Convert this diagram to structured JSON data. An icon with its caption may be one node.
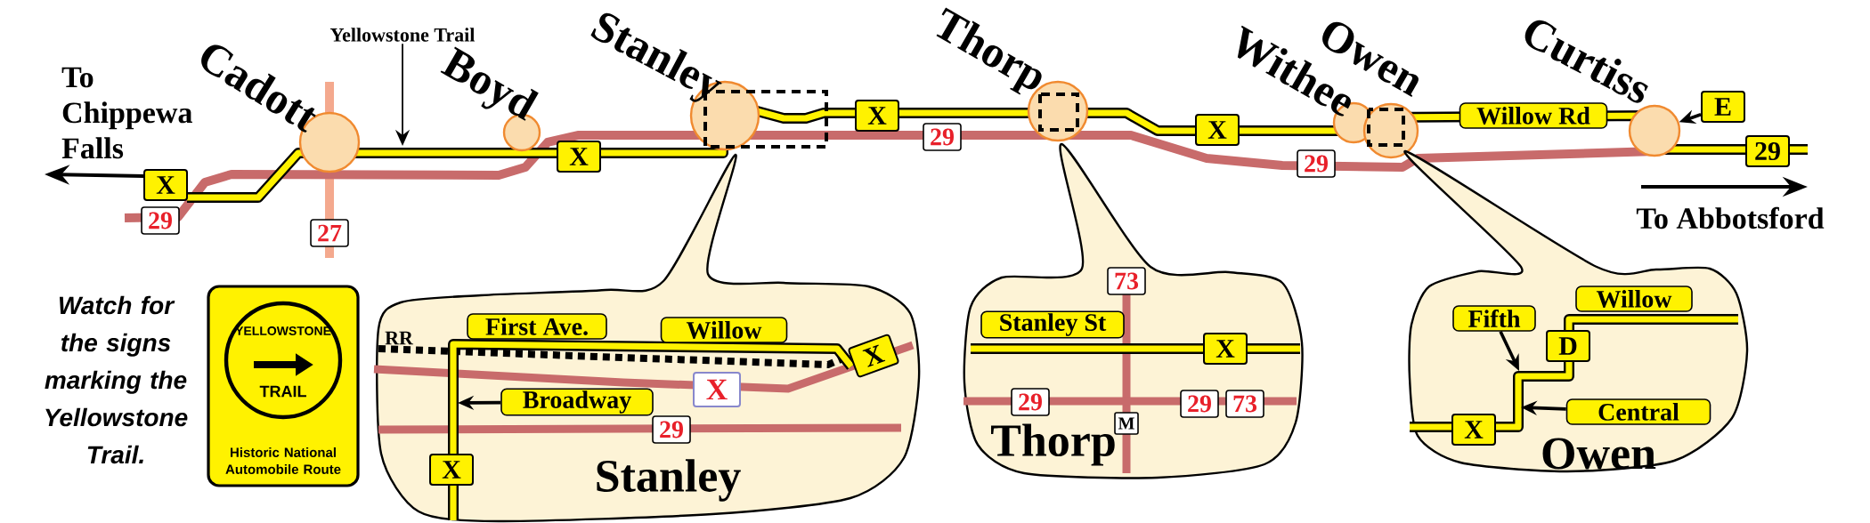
{
  "diagram": {
    "nodes": [
      {
        "text": [
          "Cadott"
        ]
      },
      {
        "text": [
          "Boyd"
        ]
      },
      {
        "text": [
          "Stanley"
        ]
      },
      {
        "text": [
          "Thorp"
        ]
      },
      {
        "text": [
          "Withee"
        ]
      },
      {
        "text": [
          "Owen"
        ]
      },
      {
        "text": [
          "Curtiss"
        ]
      },
      {
        "text": [
          "X"
        ]
      },
      {
        "text": [
          "29"
        ]
      },
      {
        "text": [
          "27"
        ]
      },
      {
        "text": [
          "X"
        ]
      },
      {
        "text": [
          "X"
        ]
      },
      {
        "text": [
          "29"
        ]
      },
      {
        "text": [
          "X"
        ]
      },
      {
        "text": [
          "29"
        ]
      },
      {
        "text": [
          "Willow Rd"
        ]
      },
      {
        "text": [
          "E"
        ]
      },
      {
        "text": [
          "29"
        ]
      },
      {
        "text": [
          "Yellowstone Trail"
        ]
      },
      {
        "text": [
          "YELLOWSTONE",
          "TRAIL",
          "Historic National Automobile Route"
        ]
      },
      {
        "text": [
          "Stanley"
        ]
      },
      {
        "text": [
          "First Ave."
        ],
        "in": 20
      },
      {
        "text": [
          "Willow"
        ],
        "in": 20
      },
      {
        "text": [
          "X"
        ],
        "in": 20
      },
      {
        "text": [
          "X"
        ],
        "in": 20
      },
      {
        "text": [
          "Broadway"
        ],
        "in": 20
      },
      {
        "text": [
          "29"
        ],
        "in": 20
      },
      {
        "text": [
          "X"
        ],
        "in": 20
      },
      {
        "text": [
          "Thorp"
        ]
      },
      {
        "text": [
          "73"
        ],
        "in": 28
      },
      {
        "text": [
          "Stanley St"
        ],
        "in": 28
      },
      {
        "text": [
          "X"
        ],
        "in": 28
      },
      {
        "text": [
          "29"
        ],
        "in": 28
      },
      {
        "text": [
          "29"
        ],
        "in": 28
      },
      {
        "text": [
          "73"
        ],
        "in": 28
      },
      {
        "text": [
          "M"
        ],
        "in": 28
      },
      {
        "text": [
          "Owen"
        ]
      },
      {
        "text": [
          "Willow"
        ],
        "in": 36
      },
      {
        "text": [
          "Fifth"
        ],
        "in": 36
      },
      {
        "text": [
          "D"
        ],
        "in": 36
      },
      {
        "text": [
          "Central"
        ],
        "in": 36
      },
      {
        "text": [
          "X"
        ],
        "in": 36
      }
    ],
    "edges": [
      {
        "from": 18,
        "to": null,
        "arrow": "to"
      },
      {
        "from": 16,
        "to": 6,
        "arrow": "to"
      },
      {
        "from": 25,
        "to": null,
        "arrow": "to"
      },
      {
        "from": 38,
        "to": null,
        "arrow": "to"
      },
      {
        "from": 40,
        "to": null,
        "arrow": "to"
      }
    ],
    "labels": [
      "To Chippewa Falls",
      "To Abbotsford",
      "RR",
      "Watch for the signs marking the Yellowstone Trail."
    ]
  }
}
